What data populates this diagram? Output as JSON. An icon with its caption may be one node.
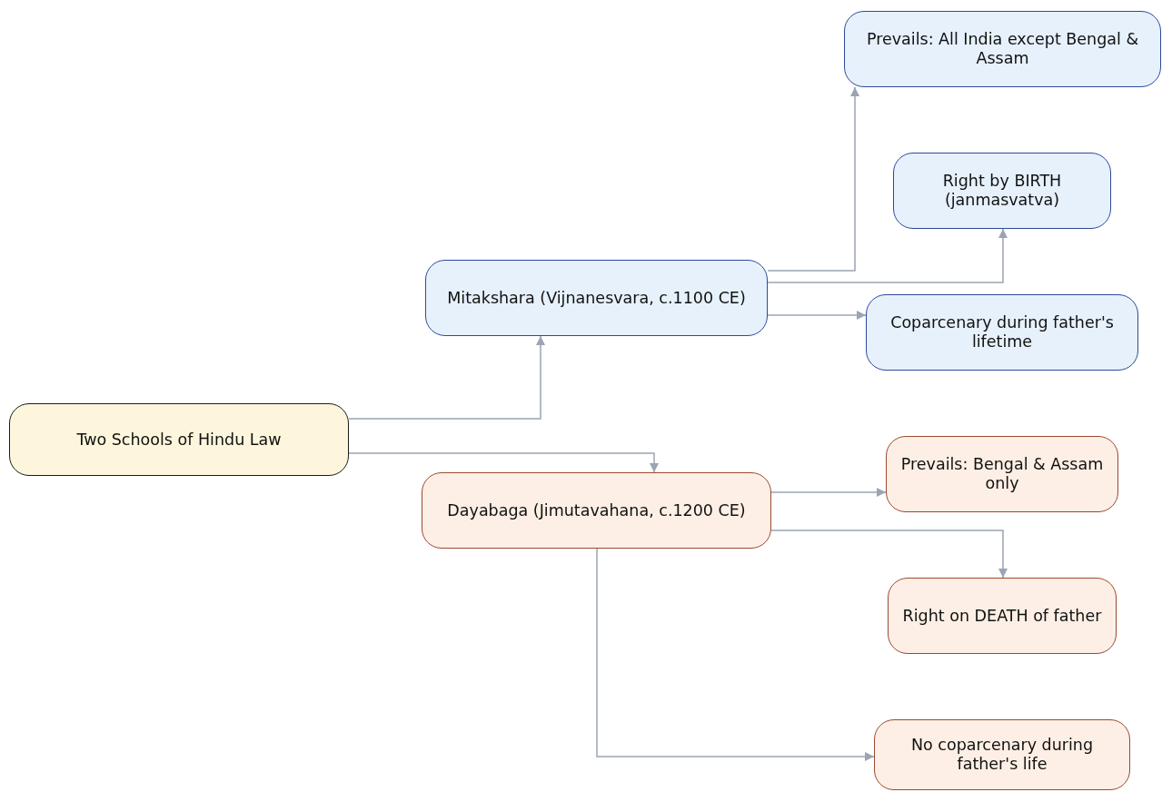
{
  "diagram": {
    "nodes": [
      {
        "text": [
          "Two Schools of Hindu Law"
        ]
      },
      {
        "text": [
          "Mitakshara (Vijnanesvara, c.1100 CE)"
        ]
      },
      {
        "text": [
          "Dayabaga (Jimutavahana, c.1200 CE)"
        ]
      },
      {
        "text": [
          "Prevails: All India except Bengal & Assam"
        ]
      },
      {
        "text": [
          "Right by BIRTH (janmasvatva)"
        ]
      },
      {
        "text": [
          "Coparcenary during father's lifetime"
        ]
      },
      {
        "text": [
          "Prevails: Bengal & Assam only"
        ]
      },
      {
        "text": [
          "Right on DEATH of father"
        ]
      },
      {
        "text": [
          "No coparcenary during father's life"
        ]
      }
    ],
    "edges": [
      {
        "from": 0,
        "to": 1,
        "arrow": "to"
      },
      {
        "from": 0,
        "to": 2,
        "arrow": "to"
      },
      {
        "from": 1,
        "to": 3,
        "arrow": "to"
      },
      {
        "from": 1,
        "to": 4,
        "arrow": "to"
      },
      {
        "from": 1,
        "to": 5,
        "arrow": "to"
      },
      {
        "from": 2,
        "to": 6,
        "arrow": "to"
      },
      {
        "from": 2,
        "to": 7,
        "arrow": "to"
      },
      {
        "from": 2,
        "to": 8,
        "arrow": "to"
      }
    ]
  }
}
